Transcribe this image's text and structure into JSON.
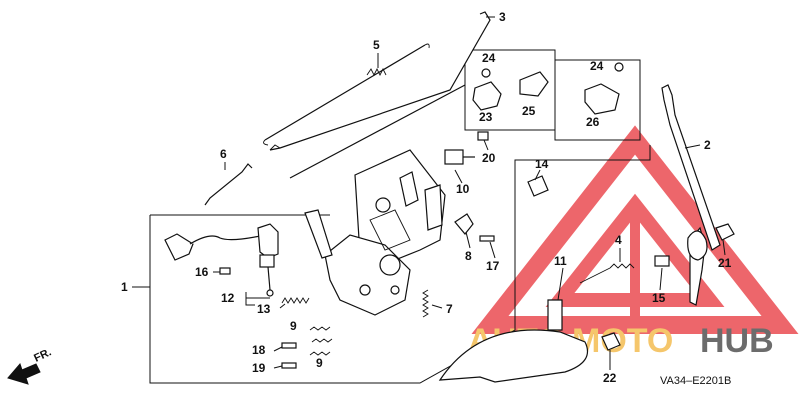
{
  "diagram": {
    "callouts": [
      "1",
      "2",
      "3",
      "4",
      "5",
      "6",
      "7",
      "8",
      "9",
      "9",
      "10",
      "11",
      "12",
      "13",
      "14",
      "15",
      "16",
      "17",
      "18",
      "19",
      "20",
      "21",
      "22",
      "23",
      "24",
      "24",
      "25",
      "26"
    ],
    "diagram_code": "VA34–E2201B",
    "front_arrow": "FR.",
    "watermark": {
      "text_a": "AUTO",
      "text_b": "MOTO",
      "text_c": "HUB"
    }
  },
  "colors": {
    "ink": "#111111",
    "watermark_red": "#e8333a",
    "watermark_gold": "#f2b43a",
    "watermark_grey": "#3b3b3b"
  }
}
